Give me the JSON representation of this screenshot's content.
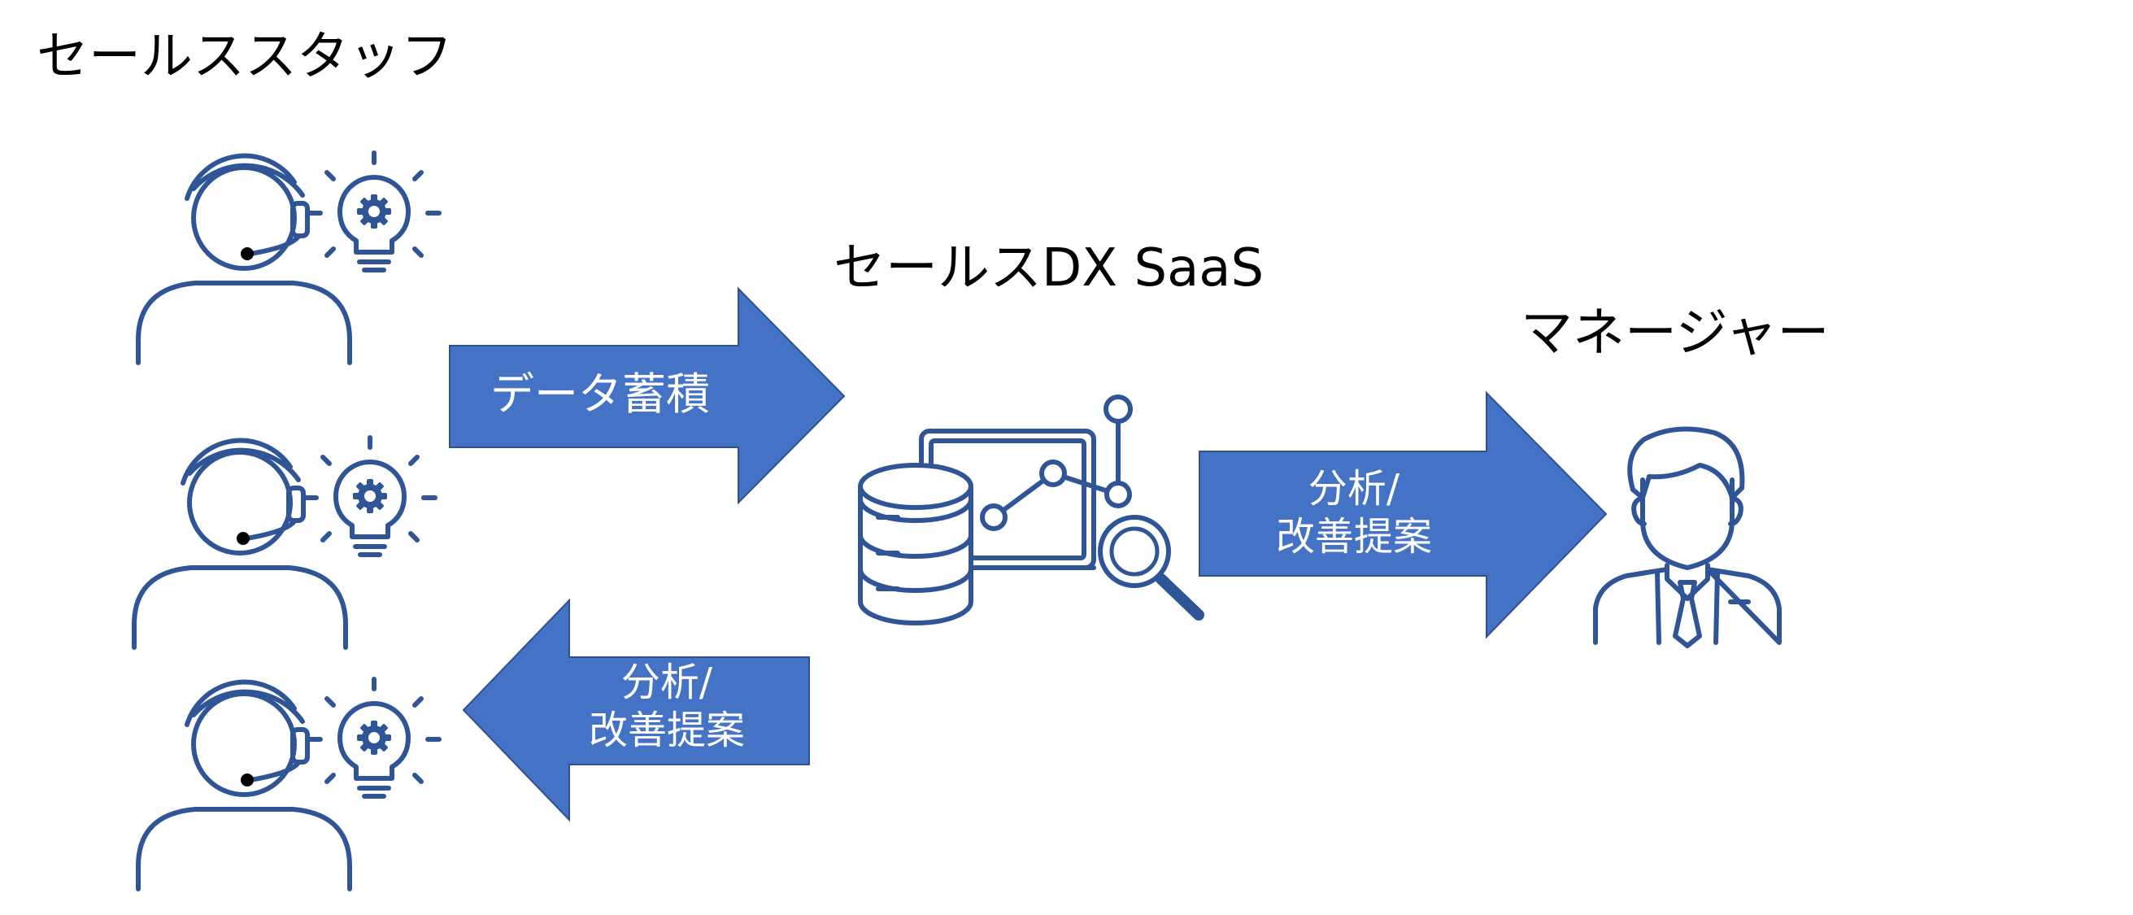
{
  "colors": {
    "icon_stroke": "#2f5597",
    "arrow_fill": "#4472c4",
    "arrow_edge": "#2f528f",
    "label_text": "#000000",
    "arrow_text": "#ffffff"
  },
  "labels": {
    "sales_staff": "セールススタッフ",
    "saas": "セールスDX SaaS",
    "manager": "マネージャー"
  },
  "arrows": {
    "data_accumulation": "データ蓄積",
    "to_manager_line1": "分析/",
    "to_manager_line2": "改善提案",
    "to_staff_line1": "分析/",
    "to_staff_line2": "改善提案"
  },
  "icons": {
    "staff": "headset-operator-icon",
    "idea": "lightbulb-gear-icon",
    "saas": "database-analytics-icon",
    "manager": "businessman-icon"
  }
}
